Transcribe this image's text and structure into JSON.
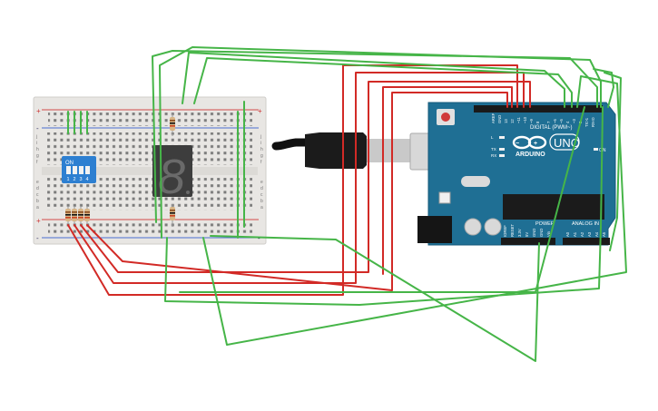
{
  "colors": {
    "wire_red": "#d22a26",
    "wire_green": "#46b548",
    "board_blue": "#1f6f94",
    "breadboard": "#e8e6e3",
    "dip_blue": "#2d7fd1",
    "segment_body": "#3d3d3d"
  },
  "breadboard": {
    "row_letters_top": [
      "j",
      "i",
      "h",
      "g",
      "f"
    ],
    "row_letters_bottom": [
      "e",
      "d",
      "c",
      "b",
      "a"
    ],
    "rail_plus": "+",
    "rail_minus": "-"
  },
  "dip_switch": {
    "on_label": "ON",
    "numbers": [
      "1",
      "2",
      "3",
      "4"
    ]
  },
  "seven_segment": {
    "digit": "8"
  },
  "arduino": {
    "brand": "ARDUINO",
    "model": "UNO",
    "reset_label": "RESET",
    "digital_label": "DIGITAL (PWM~)",
    "power_label": "POWER",
    "analog_label": "ANALOG IN",
    "on_label": "ON",
    "tx_label": "TX",
    "rx_label": "RX",
    "l_label": "L",
    "digital_pins": [
      "AREF",
      "GND",
      "13",
      "12",
      "~11",
      "~10",
      "~9",
      "8",
      "7",
      "~6",
      "~5",
      "4",
      "~3",
      "2",
      "TX>1",
      "RX<0"
    ],
    "power_pins": [
      "IOREF",
      "RESET",
      "3.3V",
      "5V",
      "GND",
      "GND",
      "Vin"
    ],
    "analog_pins": [
      "A0",
      "A1",
      "A2",
      "A3",
      "A4",
      "A5"
    ]
  }
}
